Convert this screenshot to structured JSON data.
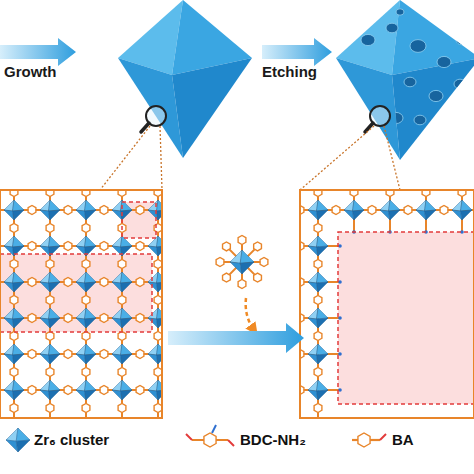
{
  "diagram": {
    "labels": [
      "Growth",
      "Etching"
    ],
    "legend": [
      {
        "text": "Zr₆ cluster"
      },
      {
        "text": "BDC-NH₂"
      },
      {
        "text": "BA"
      }
    ]
  }
}
